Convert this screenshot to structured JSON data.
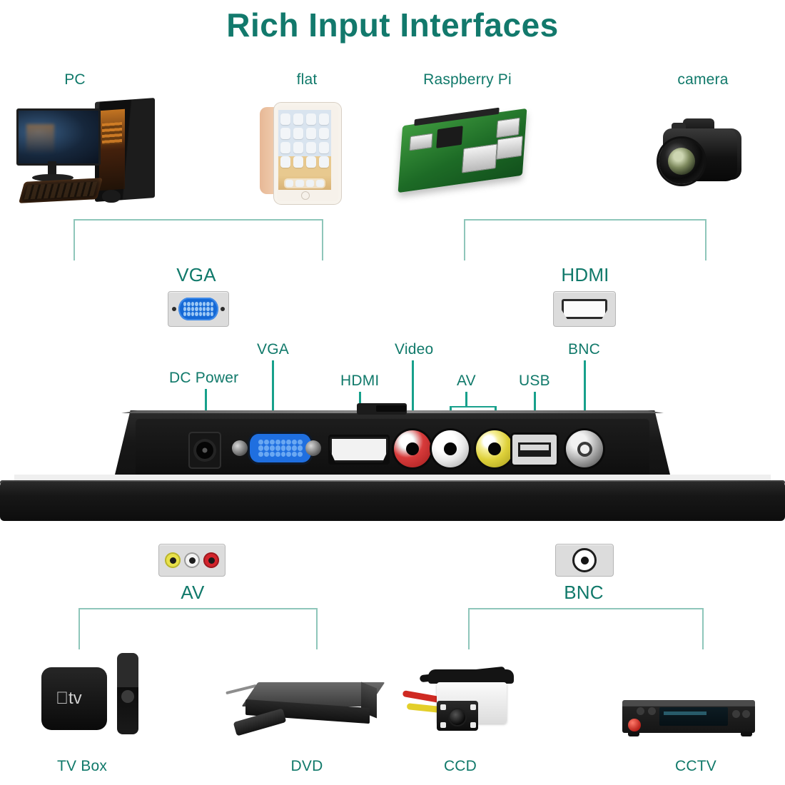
{
  "title": "Rich Input Interfaces",
  "colors": {
    "accent_teal": "#12796c",
    "bracket": "#8ec6ba",
    "leader": "#17a08b",
    "background": "#ffffff"
  },
  "top_sources": [
    {
      "label": "PC",
      "icon": "desktop-computer-icon"
    },
    {
      "label": "flat",
      "icon": "tablet-icon"
    },
    {
      "label": "Raspberry Pi",
      "icon": "raspberry-pi-board-icon"
    },
    {
      "label": "camera",
      "icon": "dslr-camera-icon"
    }
  ],
  "upper_connectors": [
    {
      "label": "VGA",
      "icon": "vga-connector-icon"
    },
    {
      "label": "HDMI",
      "icon": "hdmi-connector-icon"
    }
  ],
  "port_labels": [
    {
      "label": "DC Power",
      "name": "dc-power"
    },
    {
      "label": "VGA",
      "name": "vga"
    },
    {
      "label": "HDMI",
      "name": "hdmi"
    },
    {
      "label": "Video",
      "name": "video"
    },
    {
      "label": "AV",
      "name": "av"
    },
    {
      "label": "USB",
      "name": "usb"
    },
    {
      "label": "BNC",
      "name": "bnc"
    }
  ],
  "device": {
    "name": "monitor-rear-port-panel",
    "ports": [
      {
        "name": "dc-power-jack",
        "type": "barrel"
      },
      {
        "name": "vga-port",
        "type": "db15",
        "color": "#1f6fe0"
      },
      {
        "name": "hdmi-port",
        "type": "hdmi"
      },
      {
        "name": "video-rca-jack",
        "type": "rca",
        "color": "#d83b3b"
      },
      {
        "name": "av-rca-white-jack",
        "type": "rca",
        "color": "#e8e8e8"
      },
      {
        "name": "av-rca-yellow-jack",
        "type": "rca",
        "color": "#ded13a"
      },
      {
        "name": "usb-port",
        "type": "usb-a"
      },
      {
        "name": "bnc-port",
        "type": "bnc"
      }
    ]
  },
  "lower_connectors": [
    {
      "label": "AV",
      "icon": "av-rca-triple-connector-icon"
    },
    {
      "label": "BNC",
      "icon": "bnc-connector-icon"
    }
  ],
  "bottom_sources": [
    {
      "label": "TV Box",
      "icon": "apple-tv-box-icon"
    },
    {
      "label": "DVD",
      "icon": "dvd-player-icon"
    },
    {
      "label": "CCD",
      "icon": "ccd-backup-camera-icon"
    },
    {
      "label": "CCTV",
      "icon": "cctv-recorder-icon"
    }
  ]
}
